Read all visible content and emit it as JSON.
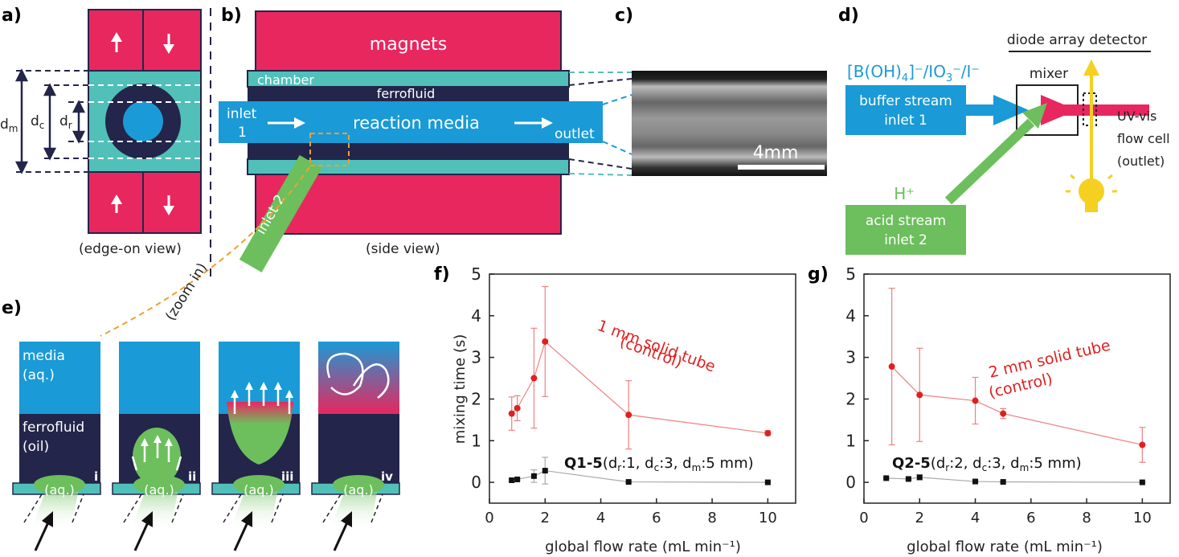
{
  "panel_labels": {
    "a": "a)",
    "b": "b)",
    "c": "c)",
    "d": "d)",
    "e": "e)",
    "f": "f)",
    "g": "g)"
  },
  "panel_a": {
    "dm": "d",
    "dm_sub": "m",
    "dc": "d",
    "dc_sub": "c",
    "dr": "d",
    "dr_sub": "r",
    "caption": "(edge-on view)"
  },
  "panel_b": {
    "magnets": "magnets",
    "chamber": "chamber",
    "ferrofluid": "ferrofluid",
    "inlet1_a": "inlet",
    "inlet1_b": "1",
    "media": "reaction media",
    "outlet": "outlet",
    "inlet2": "inlet 2",
    "caption": "(side view)",
    "zoom": "(zoom in)"
  },
  "panel_c": {
    "scale": "4mm"
  },
  "panel_d": {
    "detector": "diode array detector",
    "reagent": "[B(OH)",
    "reagent_sub": "4",
    "reagent_rest": "]⁻/IO",
    "reagent_sub2": "3",
    "reagent_rest2": "⁻/I⁻",
    "mixer": "mixer",
    "buffer_a": "buffer stream",
    "buffer_b": "inlet 1",
    "acid_label": "H⁺",
    "acid_a": "acid stream",
    "acid_b": "inlet 2",
    "uv_a": "UV-vis",
    "uv_b": "flow cell",
    "uv_c": "(outlet)"
  },
  "panel_e": {
    "media_a": "media",
    "media_b": "(aq.)",
    "ferro_a": "ferrofluid",
    "ferro_b": "(oil)",
    "aq": "(aq.)",
    "steps": [
      "i",
      "ii",
      "iii",
      "iv"
    ]
  },
  "colors": {
    "magenta": "#e8275f",
    "teal": "#50c0b9",
    "navy": "#23254a",
    "blue": "#1a9ad6",
    "green": "#6cbf5c",
    "orange": "#f0a030",
    "yellow": "#f5d020",
    "red_series": "#e02020"
  },
  "chart_data": [
    {
      "type": "scatter",
      "panel": "f",
      "xlabel": "global flow rate (mL min⁻¹)",
      "ylabel": "mixing time (s)",
      "xlim": [
        0,
        11
      ],
      "ylim": [
        -0.5,
        5
      ],
      "xticks": [
        0,
        2,
        4,
        6,
        8,
        10
      ],
      "yticks": [
        0,
        1,
        2,
        3,
        4,
        5
      ],
      "annotation_a": "1 mm solid tube",
      "annotation_b": "(control)",
      "legend_bold": "Q1-5",
      "legend_rest": "(d",
      "legend_parts": [
        "r",
        "c",
        "m"
      ],
      "legend_text": [
        "(d",
        "r",
        ":1, d",
        "c",
        ":3, d",
        "m",
        ":5 mm)"
      ],
      "series": [
        {
          "name": "1 mm solid tube (control)",
          "color": "#e02020",
          "x": [
            0.8,
            1.0,
            1.6,
            2.0,
            5.0,
            10.0
          ],
          "y": [
            1.65,
            1.78,
            2.5,
            3.38,
            1.62,
            1.18
          ],
          "err": [
            0.4,
            0.3,
            1.2,
            1.32,
            0.82,
            0.06
          ]
        },
        {
          "name": "Q1-5",
          "color": "#111111",
          "x": [
            0.8,
            1.0,
            1.6,
            2.0,
            5.0,
            10.0
          ],
          "y": [
            0.05,
            0.07,
            0.15,
            0.28,
            0.01,
            0.0
          ],
          "err": [
            0.02,
            0.03,
            0.15,
            0.32,
            0.02,
            0.01
          ]
        }
      ]
    },
    {
      "type": "scatter",
      "panel": "g",
      "xlabel": "global flow rate (mL min⁻¹)",
      "ylabel": "",
      "xlim": [
        0,
        11
      ],
      "ylim": [
        -0.5,
        5
      ],
      "xticks": [
        0,
        2,
        4,
        6,
        8,
        10
      ],
      "yticks": [
        0,
        1,
        2,
        3,
        4,
        5
      ],
      "annotation_a": "2 mm solid tube",
      "annotation_b": "(control)",
      "legend_bold": "Q2-5",
      "legend_text": [
        "(d",
        "r",
        ":2, d",
        "c",
        ":3, d",
        "m",
        ":5 mm)"
      ],
      "series": [
        {
          "name": "2 mm solid tube (control)",
          "color": "#e02020",
          "x": [
            1.0,
            2.0,
            4.0,
            5.0,
            10.0
          ],
          "y": [
            2.78,
            2.1,
            1.96,
            1.65,
            0.9
          ],
          "err": [
            1.88,
            1.12,
            0.56,
            0.12,
            0.42
          ]
        },
        {
          "name": "Q2-5",
          "color": "#111111",
          "x": [
            0.8,
            1.6,
            2.0,
            4.0,
            5.0,
            10.0
          ],
          "y": [
            0.1,
            0.08,
            0.12,
            0.02,
            0.01,
            0.0
          ],
          "err": [
            0.02,
            0.02,
            0.06,
            0.01,
            0.01,
            0.01
          ]
        }
      ]
    }
  ]
}
